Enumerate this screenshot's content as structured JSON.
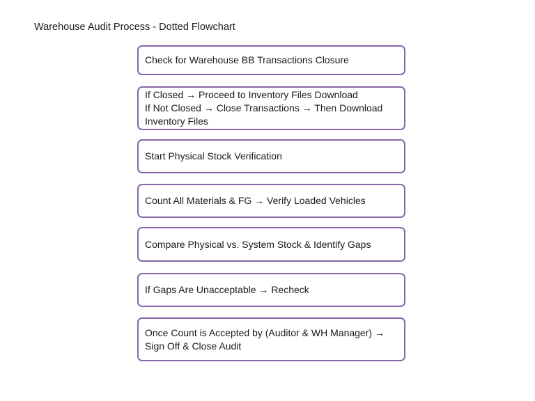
{
  "diagram": {
    "title": "Warehouse Audit Process - Dotted Flowchart",
    "steps": [
      {
        "text": "Check for Warehouse BB Transactions Closure"
      },
      {
        "text": "If Closed → Proceed to Inventory Files Download\nIf Not Closed → Close Transactions → Then Download\nInventory Files"
      },
      {
        "text": "Start Physical Stock Verification"
      },
      {
        "text": "Count All Materials & FG → Verify Loaded Vehicles"
      },
      {
        "text": "Compare Physical vs. System Stock & Identify Gaps"
      },
      {
        "text": "If Gaps Are Unacceptable → Recheck"
      },
      {
        "text": "Once Count is Accepted by (Auditor & WH Manager) →\nSign Off & Close Audit"
      }
    ],
    "colors": {
      "box_border": "#8667a8",
      "text": "#1a1a1a",
      "background": "#ffffff"
    }
  }
}
